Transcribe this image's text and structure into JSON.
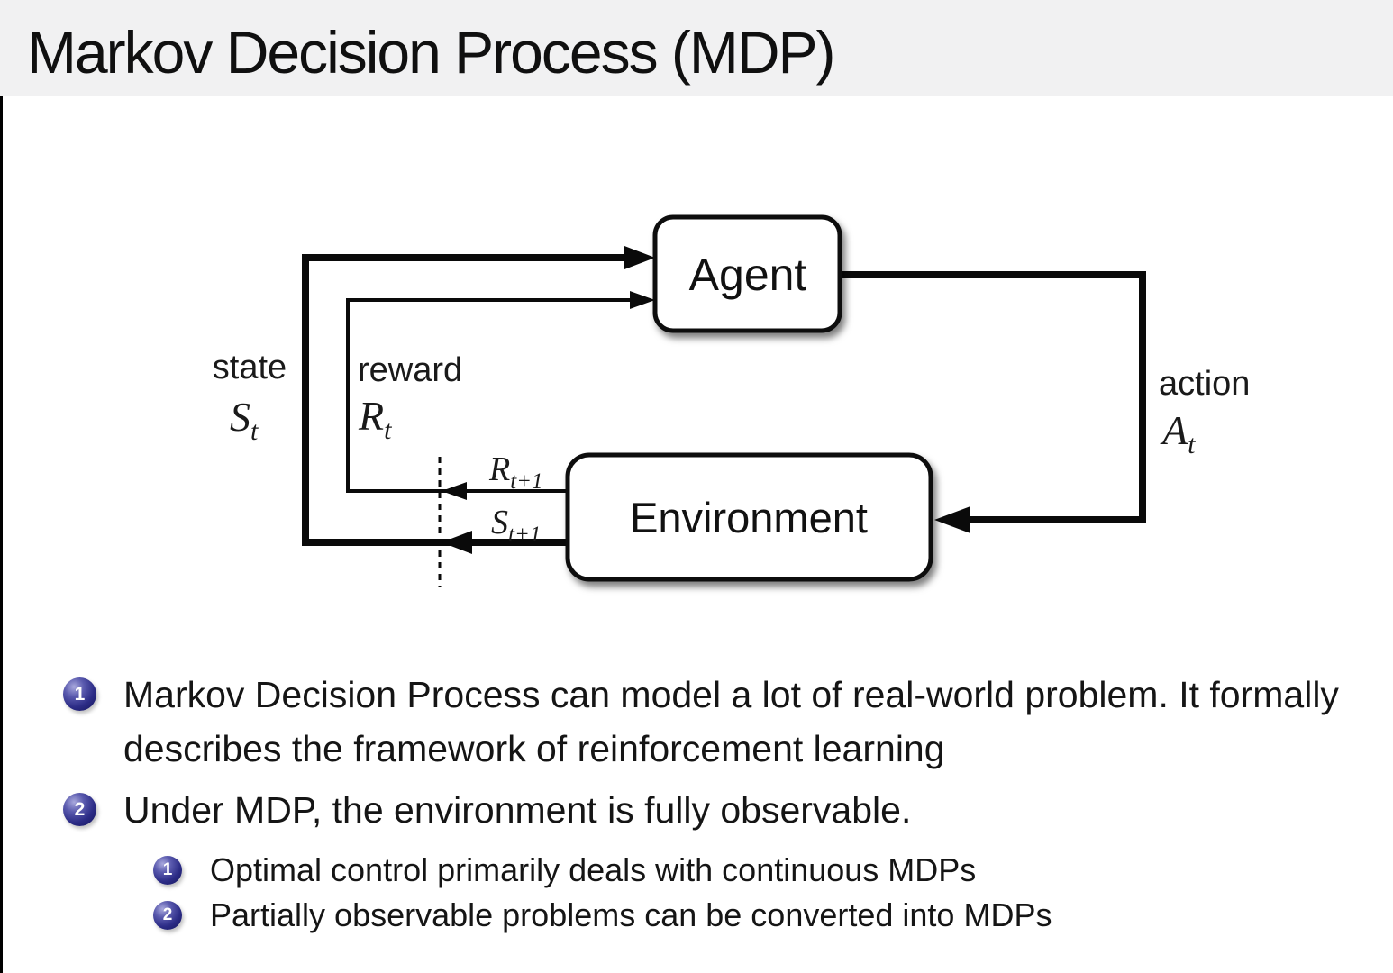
{
  "slide": {
    "title": "Markov Decision Process (MDP)"
  },
  "diagram": {
    "agent_label": "Agent",
    "environment_label": "Environment",
    "state_word": "state",
    "state_symbol": "S",
    "state_sub": "t",
    "reward_word": "reward",
    "reward_symbol": "R",
    "reward_sub": "t",
    "action_word": "action",
    "action_symbol": "A",
    "action_sub": "t",
    "next_reward_symbol": "R",
    "next_reward_sub": "t+1",
    "next_state_symbol": "S",
    "next_state_sub": "t+1"
  },
  "bullets": {
    "items": [
      {
        "num": "1",
        "text": "Markov Decision Process can model a lot of real-world problem. It formally describes the framework of reinforcement learning"
      },
      {
        "num": "2",
        "text": "Under MDP, the environment is fully observable."
      }
    ],
    "sub_items": [
      {
        "num": "1",
        "text": "Optimal control primarily deals with continuous MDPs"
      },
      {
        "num": "2",
        "text": "Partially observable problems can be converted into MDPs"
      }
    ]
  },
  "colors": {
    "header_bg": "#f1f1f2",
    "bullet_ball": "#2c2c86",
    "line": "#0a0a0a",
    "text": "#151515"
  }
}
